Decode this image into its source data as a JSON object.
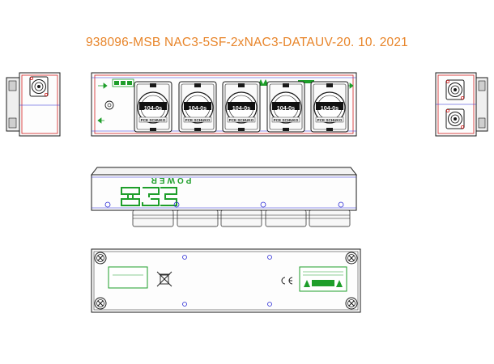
{
  "drawing": {
    "title": "938096-MSB NAC3-5SF-2xNAC3-DATAUV-20. 10. 2021",
    "socket_count": 5,
    "socket_top_label": "104-0s",
    "socket_bottom_label": "PCE SCHUKO",
    "brand_text": "POWER",
    "colors": {
      "title": "#e8852a",
      "outline": "#1a1a1a",
      "accent_red": "#d32020",
      "accent_green": "#1e9e2a",
      "accent_blue": "#2a2ad6",
      "fill_gray": "#e6e6e6"
    }
  }
}
